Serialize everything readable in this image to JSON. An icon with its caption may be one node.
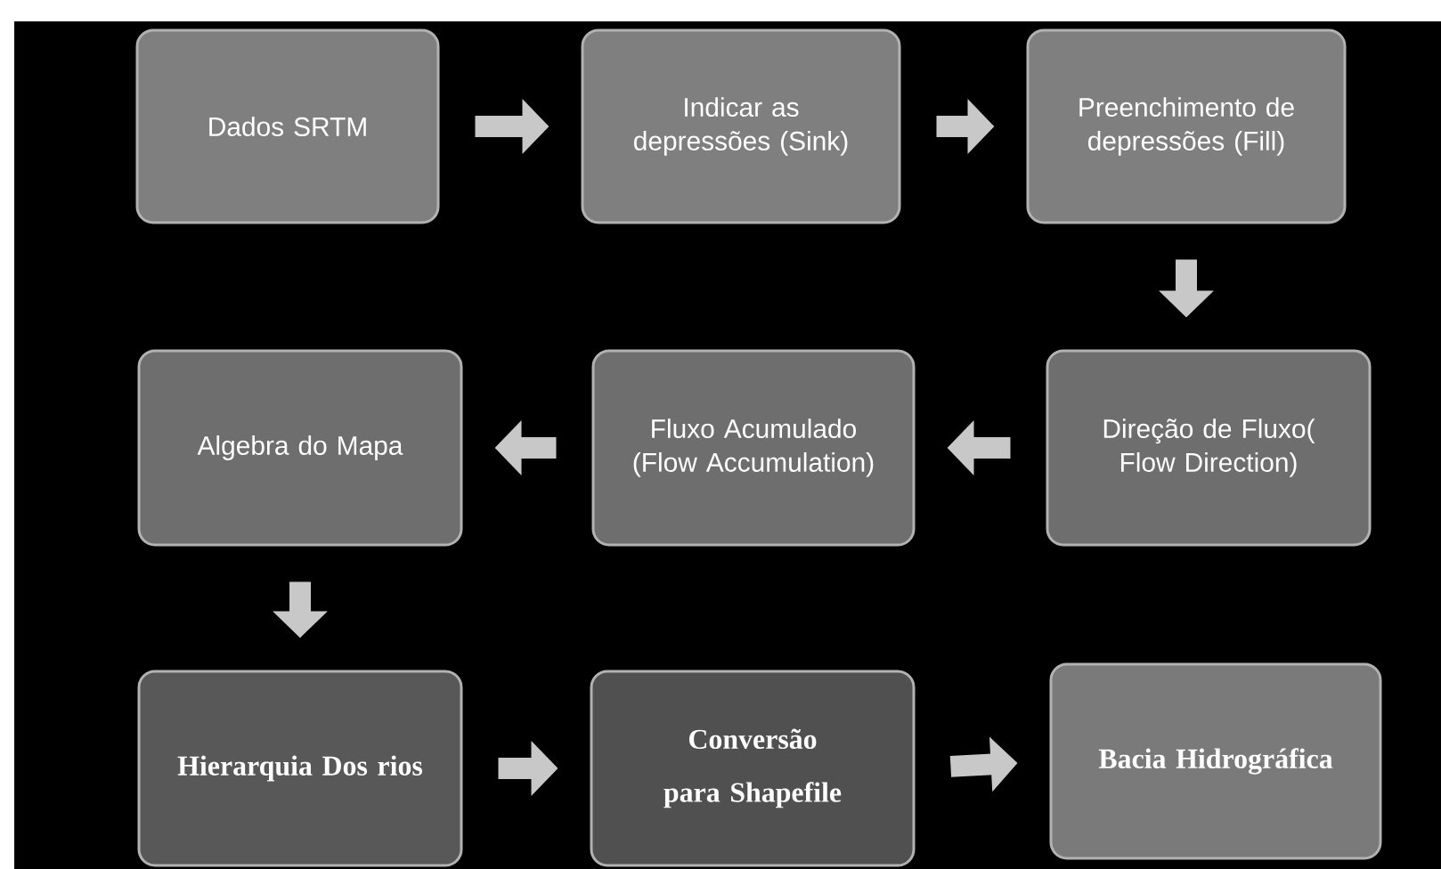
{
  "diagram": {
    "nodes": [
      {
        "text": [
          "Dados SRTM"
        ]
      },
      {
        "text": [
          "Indicar as depressões (Sink)"
        ]
      },
      {
        "text": [
          "Preenchimento de depressões (Fill)"
        ]
      },
      {
        "text": [
          "Direção de Fluxo( Flow Direction)"
        ]
      },
      {
        "text": [
          "Fluxo Acumulado (Flow Accumulation)"
        ]
      },
      {
        "text": [
          "Algebra do Mapa"
        ]
      },
      {
        "text": [
          "Hierarquia Dos rios"
        ]
      },
      {
        "text": [
          "Conversão para Shapefile"
        ]
      },
      {
        "text": [
          "Bacia Hidrográfica"
        ]
      }
    ],
    "edges": [
      {
        "from": 0,
        "to": 1,
        "arrow": "to"
      },
      {
        "from": 1,
        "to": 2,
        "arrow": "to"
      },
      {
        "from": 2,
        "to": 3,
        "arrow": "to"
      },
      {
        "from": 3,
        "to": 4,
        "arrow": "to"
      },
      {
        "from": 4,
        "to": 5,
        "arrow": "to"
      },
      {
        "from": 5,
        "to": 6,
        "arrow": "to"
      },
      {
        "from": 6,
        "to": 7,
        "arrow": "to"
      },
      {
        "from": 7,
        "to": 8,
        "arrow": "to"
      }
    ]
  }
}
